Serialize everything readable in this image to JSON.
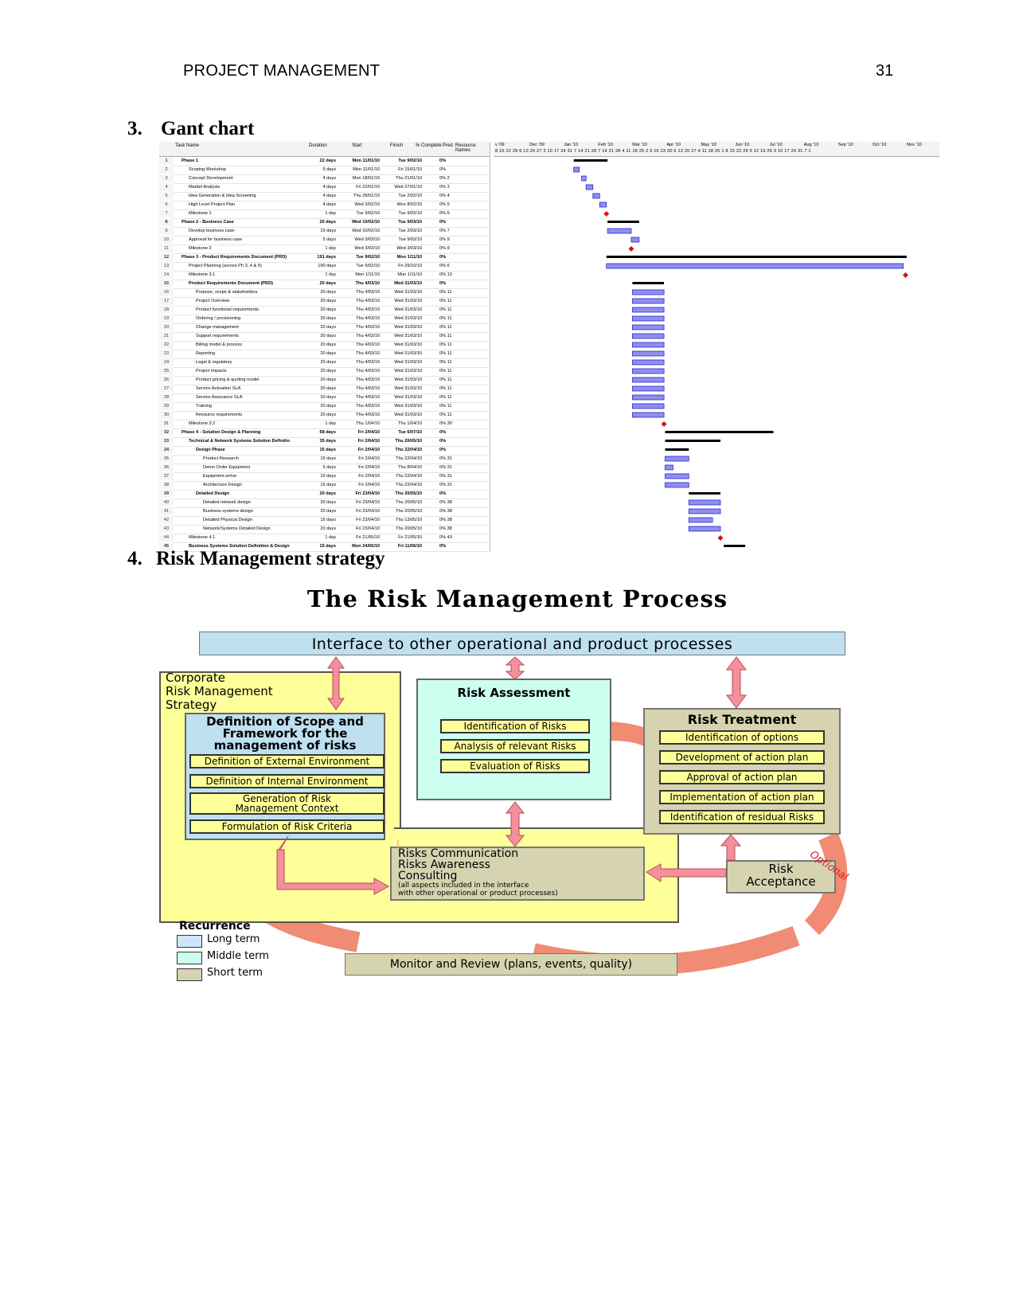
{
  "header": {
    "title": "PROJECT MANAGEMENT",
    "page_number": "31"
  },
  "sections": {
    "gantt": {
      "number": "3.",
      "title": "Gant chart"
    },
    "risk": {
      "number": "4.",
      "title": "Risk Management strategy"
    }
  },
  "gantt": {
    "columns": [
      "Task Name",
      "Duration",
      "Start",
      "Finish",
      "% Complete",
      "Pred",
      "Resource Names"
    ],
    "timeline": [
      "v '09",
      "Dec '09",
      "Jan '10",
      "Feb '10",
      "Mar '10",
      "Apr '10",
      "May '10",
      "Jun '10",
      "Jul '10",
      "Aug '10",
      "Sep '10",
      "Oct '10",
      "Nov '10"
    ],
    "timeline_weeks": "8 15 22 29 6 13 20 27 3 10 17 24 31 7 14 21 28 7 14 21 28 4 11 18 25 2 9 16 23 30 6 13 20 27 4 11 18 25 1 8 15 22 29 5 12 19 26 3 10 17 24 31 7 1",
    "rows": [
      {
        "id": "1",
        "name": "Phase 1",
        "indent": 0,
        "summary": true,
        "dur": "22 days",
        "start": "Mon 11/01/10",
        "finish": "Tue 9/02/10",
        "pct": "0%",
        "pred": ""
      },
      {
        "id": "2",
        "name": "Scoping Workshop",
        "indent": 1,
        "dur": "5 days",
        "start": "Mon 11/01/10",
        "finish": "Fri 15/01/10",
        "pct": "0%",
        "pred": ""
      },
      {
        "id": "3",
        "name": "Concept Development",
        "indent": 1,
        "dur": "4 days",
        "start": "Mon 18/01/10",
        "finish": "Thu 21/01/10",
        "pct": "0%",
        "pred": "2"
      },
      {
        "id": "4",
        "name": "Market Analysis",
        "indent": 1,
        "dur": "4 days",
        "start": "Fri 22/01/10",
        "finish": "Wed 27/01/10",
        "pct": "0%",
        "pred": "3"
      },
      {
        "id": "5",
        "name": "Idea Generation & Idea Screening",
        "indent": 1,
        "dur": "4 days",
        "start": "Thu 28/01/10",
        "finish": "Tue 2/02/10",
        "pct": "0%",
        "pred": "4"
      },
      {
        "id": "6",
        "name": "High Level Project Plan",
        "indent": 1,
        "dur": "4 days",
        "start": "Wed 3/02/10",
        "finish": "Mon 8/02/10",
        "pct": "0%",
        "pred": "5"
      },
      {
        "id": "7",
        "name": "Milestone 1",
        "indent": 1,
        "dur": "1 day",
        "start": "Tue 9/02/10",
        "finish": "Tue 9/02/10",
        "pct": "0%",
        "pred": "6"
      },
      {
        "id": "8",
        "name": "Phase 2 - Business Case",
        "indent": 0,
        "summary": true,
        "dur": "20 days",
        "start": "Wed 10/02/10",
        "finish": "Tue 9/03/10",
        "pct": "0%",
        "pred": ""
      },
      {
        "id": "9",
        "name": "Develop business case",
        "indent": 1,
        "dur": "15 days",
        "start": "Wed 10/02/10",
        "finish": "Tue 2/03/10",
        "pct": "0%",
        "pred": "7"
      },
      {
        "id": "10",
        "name": "Approval for business case",
        "indent": 1,
        "dur": "5 days",
        "start": "Wed 3/03/10",
        "finish": "Tue 9/03/10",
        "pct": "0%",
        "pred": "9"
      },
      {
        "id": "11",
        "name": "Milestone 2",
        "indent": 1,
        "dur": "1 day",
        "start": "Wed 3/03/10",
        "finish": "Wed 3/03/10",
        "pct": "0%",
        "pred": "9"
      },
      {
        "id": "12",
        "name": "Phase 3 - Product Requirements Document (PRD)",
        "indent": 0,
        "summary": true,
        "dur": "191 days",
        "start": "Tue 9/02/10",
        "finish": "Mon 1/11/10",
        "pct": "0%",
        "pred": ""
      },
      {
        "id": "13",
        "name": "Project Planning (across Ph 3, 4 & 5)",
        "indent": 1,
        "dur": "190 days",
        "start": "Tue 9/02/10",
        "finish": "Fri 29/10/10",
        "pct": "0%",
        "pred": "6"
      },
      {
        "id": "14",
        "name": "Milestone 3.1",
        "indent": 1,
        "dur": "1 day",
        "start": "Mon 1/11/10",
        "finish": "Mon 1/11/10",
        "pct": "0%",
        "pred": "13"
      },
      {
        "id": "15",
        "name": "Product Requirements Document (PRD)",
        "indent": 1,
        "summary": true,
        "dur": "20 days",
        "start": "Thu 4/03/10",
        "finish": "Wed 31/03/10",
        "pct": "0%",
        "pred": ""
      },
      {
        "id": "16",
        "name": "Purpose, scope & stakeholders",
        "indent": 2,
        "dur": "20 days",
        "start": "Thu 4/03/10",
        "finish": "Wed 31/03/10",
        "pct": "0%",
        "pred": "11"
      },
      {
        "id": "17",
        "name": "Project Overview",
        "indent": 2,
        "dur": "20 days",
        "start": "Thu 4/03/10",
        "finish": "Wed 31/03/10",
        "pct": "0%",
        "pred": "11"
      },
      {
        "id": "18",
        "name": "Product functional requirements",
        "indent": 2,
        "dur": "20 days",
        "start": "Thu 4/03/10",
        "finish": "Wed 31/03/10",
        "pct": "0%",
        "pred": "11"
      },
      {
        "id": "19",
        "name": "Ordering / provisioning",
        "indent": 2,
        "dur": "20 days",
        "start": "Thu 4/03/10",
        "finish": "Wed 31/03/10",
        "pct": "0%",
        "pred": "11"
      },
      {
        "id": "20",
        "name": "Change management",
        "indent": 2,
        "dur": "20 days",
        "start": "Thu 4/03/10",
        "finish": "Wed 31/03/10",
        "pct": "0%",
        "pred": "11"
      },
      {
        "id": "21",
        "name": "Support requirements",
        "indent": 2,
        "dur": "20 days",
        "start": "Thu 4/03/10",
        "finish": "Wed 31/03/10",
        "pct": "0%",
        "pred": "11"
      },
      {
        "id": "22",
        "name": "Billing model & process",
        "indent": 2,
        "dur": "20 days",
        "start": "Thu 4/03/10",
        "finish": "Wed 31/03/10",
        "pct": "0%",
        "pred": "11"
      },
      {
        "id": "23",
        "name": "Reporting",
        "indent": 2,
        "dur": "20 days",
        "start": "Thu 4/03/10",
        "finish": "Wed 31/03/10",
        "pct": "0%",
        "pred": "11"
      },
      {
        "id": "24",
        "name": "Legal & regulatory",
        "indent": 2,
        "dur": "20 days",
        "start": "Thu 4/03/10",
        "finish": "Wed 31/03/10",
        "pct": "0%",
        "pred": "11"
      },
      {
        "id": "25",
        "name": "Project Impacts",
        "indent": 2,
        "dur": "20 days",
        "start": "Thu 4/03/10",
        "finish": "Wed 31/03/10",
        "pct": "0%",
        "pred": "11"
      },
      {
        "id": "26",
        "name": "Product pricing & quoting model",
        "indent": 2,
        "dur": "20 days",
        "start": "Thu 4/03/10",
        "finish": "Wed 31/03/10",
        "pct": "0%",
        "pred": "11"
      },
      {
        "id": "27",
        "name": "Service Activation SLA",
        "indent": 2,
        "dur": "20 days",
        "start": "Thu 4/03/10",
        "finish": "Wed 31/03/10",
        "pct": "0%",
        "pred": "11"
      },
      {
        "id": "28",
        "name": "Service Assurance SLA",
        "indent": 2,
        "dur": "20 days",
        "start": "Thu 4/03/10",
        "finish": "Wed 31/03/10",
        "pct": "0%",
        "pred": "11"
      },
      {
        "id": "29",
        "name": "Training",
        "indent": 2,
        "dur": "20 days",
        "start": "Thu 4/03/10",
        "finish": "Wed 31/03/10",
        "pct": "0%",
        "pred": "11"
      },
      {
        "id": "30",
        "name": "Resource requirements",
        "indent": 2,
        "dur": "20 days",
        "start": "Thu 4/03/10",
        "finish": "Wed 31/03/10",
        "pct": "0%",
        "pred": "11"
      },
      {
        "id": "31",
        "name": "Milestone 3.2",
        "indent": 1,
        "dur": "1 day",
        "start": "Thu 1/04/10",
        "finish": "Thu 1/04/10",
        "pct": "0%",
        "pred": "30"
      },
      {
        "id": "32",
        "name": "Phase 4 - Solution Design & Planning",
        "indent": 0,
        "summary": true,
        "dur": "68 days",
        "start": "Fri 2/04/10",
        "finish": "Tue 6/07/10",
        "pct": "0%",
        "pred": ""
      },
      {
        "id": "33",
        "name": "Technical & Network Systems Solution Definitio",
        "indent": 1,
        "summary": true,
        "dur": "35 days",
        "start": "Fri 2/04/10",
        "finish": "Thu 20/05/10",
        "pct": "0%",
        "pred": ""
      },
      {
        "id": "34",
        "name": "Design Phase",
        "indent": 2,
        "summary": true,
        "dur": "15 days",
        "start": "Fri 2/04/10",
        "finish": "Thu 22/04/10",
        "pct": "0%",
        "pred": ""
      },
      {
        "id": "35",
        "name": "Product Research",
        "indent": 3,
        "dur": "15 days",
        "start": "Fri 2/04/10",
        "finish": "Thu 22/04/10",
        "pct": "0%",
        "pred": "31"
      },
      {
        "id": "36",
        "name": "Demo Order Equipment",
        "indent": 3,
        "dur": "5 days",
        "start": "Fri 2/04/10",
        "finish": "Thu 8/04/10",
        "pct": "0%",
        "pred": "31"
      },
      {
        "id": "37",
        "name": "Equipment arrive",
        "indent": 3,
        "dur": "15 days",
        "start": "Fri 2/04/10",
        "finish": "Thu 22/04/10",
        "pct": "0%",
        "pred": "31"
      },
      {
        "id": "38",
        "name": "Architecture Design",
        "indent": 3,
        "dur": "15 days",
        "start": "Fri 2/04/10",
        "finish": "Thu 22/04/10",
        "pct": "0%",
        "pred": "31"
      },
      {
        "id": "39",
        "name": "Detailed Design",
        "indent": 2,
        "summary": true,
        "dur": "20 days",
        "start": "Fri 23/04/10",
        "finish": "Thu 20/05/10",
        "pct": "0%",
        "pred": ""
      },
      {
        "id": "40",
        "name": "Detailed network design",
        "indent": 3,
        "dur": "20 days",
        "start": "Fri 23/04/10",
        "finish": "Thu 20/05/10",
        "pct": "0%",
        "pred": "38"
      },
      {
        "id": "41",
        "name": "Business systems design",
        "indent": 3,
        "dur": "20 days",
        "start": "Fri 23/04/10",
        "finish": "Thu 20/05/10",
        "pct": "0%",
        "pred": "38"
      },
      {
        "id": "42",
        "name": "Detailed Physical Design",
        "indent": 3,
        "dur": "15 days",
        "start": "Fri 23/04/10",
        "finish": "Thu 13/05/10",
        "pct": "0%",
        "pred": "38"
      },
      {
        "id": "43",
        "name": "Network/Systems Detailed Design",
        "indent": 3,
        "dur": "20 days",
        "start": "Fri 23/04/10",
        "finish": "Thu 20/05/10",
        "pct": "0%",
        "pred": "38"
      },
      {
        "id": "44",
        "name": "Milestone 4.1",
        "indent": 1,
        "dur": "1 day",
        "start": "Fri 21/05/10",
        "finish": "Fri 21/05/10",
        "pct": "0%",
        "pred": "43"
      },
      {
        "id": "45",
        "name": "Business Systems Solution Definition & Design",
        "indent": 1,
        "summary": true,
        "dur": "15 days",
        "start": "Mon 24/05/10",
        "finish": "Fri 11/06/10",
        "pct": "0%",
        "pred": ""
      }
    ]
  },
  "risk_diagram": {
    "title": "The Risk Management Process",
    "interface": "Interface to other operational and product processes",
    "corporate": "Corporate\nRisk Management\nStrategy",
    "definition_title": "Definition of Scope and\nFramework for the\nmanagement of risks",
    "definition_items": [
      "Definition of External Environment",
      "Definition of Internal Environment",
      "Generation of Risk\nManagement Context",
      "Formulation of Risk Criteria"
    ],
    "assessment_title": "Risk Assessment",
    "assessment_items": [
      "Identification of Risks",
      "Analysis of relevant Risks",
      "Evaluation of Risks"
    ],
    "treatment_title": "Risk Treatment",
    "treatment_items": [
      "Identification of options",
      "Development of action plan",
      "Approval of action plan",
      "Implementation of action plan",
      "Identification of residual Risks"
    ],
    "communication": "Risks Communication\nRisks Awareness\nConsulting",
    "communication_note": "(all aspects included in the interface\nwith other operational or product processes)",
    "acceptance": "Risk\nAcceptance",
    "optional": "Optional",
    "monitor": "Monitor and Review (plans, events, quality)",
    "recurrence_title": "Recurrence",
    "recurrence_items": [
      {
        "label": "Long term",
        "color": "#cce6ff"
      },
      {
        "label": "Middle term",
        "color": "#ccffee"
      },
      {
        "label": "Short term",
        "color": "#d6d3b0"
      }
    ],
    "colors": {
      "arrow": "#f08c74",
      "yellow": "#ffff99",
      "blue": "#bfe0f0",
      "mint": "#ccfff0",
      "khaki": "#d6d3b0"
    }
  }
}
